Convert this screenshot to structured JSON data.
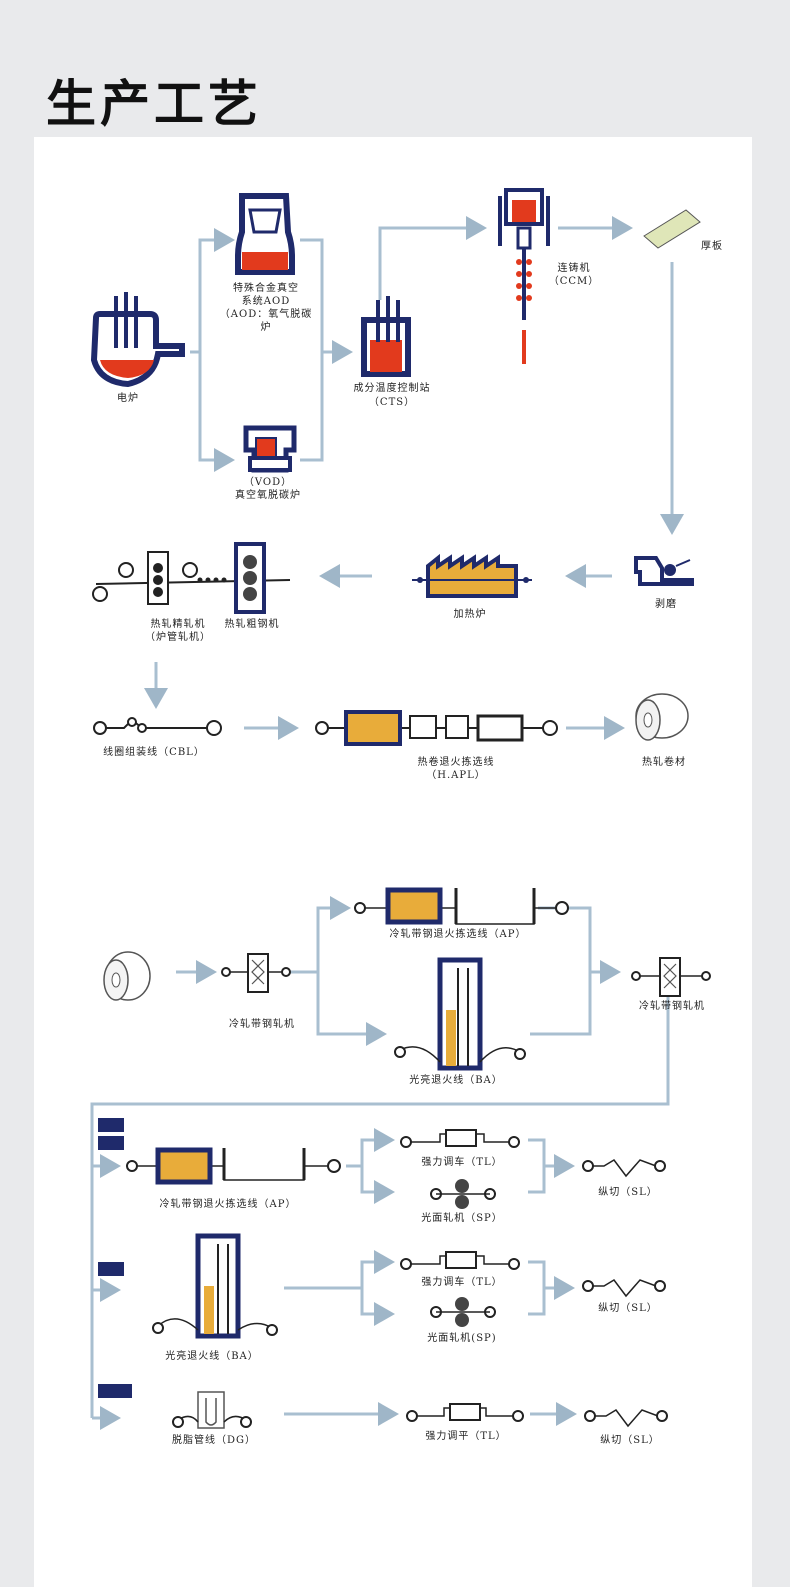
{
  "title": "生产工艺",
  "colors": {
    "arrow": "#9fb6c8",
    "navy": "#1f2a6b",
    "red": "#e23a1d",
    "gold": "#e8ac3a",
    "plate": "#dfe6b8"
  },
  "labels": {
    "electric_furnace": "电炉",
    "aod_line1": "特殊合金真空",
    "aod_line2": "系统AOD",
    "aod_line3": "（AOD：氧气脱碳",
    "aod_line4": "炉",
    "vod_line1": "（VOD）",
    "vod_line2": "真空氧脱碳炉",
    "cts_line1": "成分温度控制站",
    "cts_line2": "（CTS）",
    "ccm_line1": "连铸机",
    "ccm_line2": "（CCM）",
    "plate": "厚板",
    "grinding": "剥磨",
    "heating_furnace": "加热炉",
    "rough_mill": "热轧粗钢机",
    "finish_mill_line1": "热轧精轧机",
    "finish_mill_line2": "（炉管轧机）",
    "cbl": "线圈组装线（CBL）",
    "hapl_line1": "热卷退火拣选线",
    "hapl_line2": "（H.APL）",
    "hot_coil": "热轧卷材",
    "cold_mill1": "冷轧带钢轧机",
    "ap_top": "冷轧带钢退火拣选线（AP）",
    "ba_top": "光亮退火线（BA）",
    "cold_mill2": "冷轧带钢轧机",
    "ap2": "冷轧带钢退火拣选线（AP）",
    "tl1": "强力调车（TL）",
    "sp1": "光面轧机（SP）",
    "sl1": "纵切（SL）",
    "ba2": "光亮退火线（BA）",
    "tl2": "强力调车（TL）",
    "sp2": "光面轧机(SP)",
    "sl2": "纵切（SL）",
    "dg": "脱脂管线（DG）",
    "tl3": "强力调平（TL）",
    "sl3": "纵切（SL）"
  }
}
